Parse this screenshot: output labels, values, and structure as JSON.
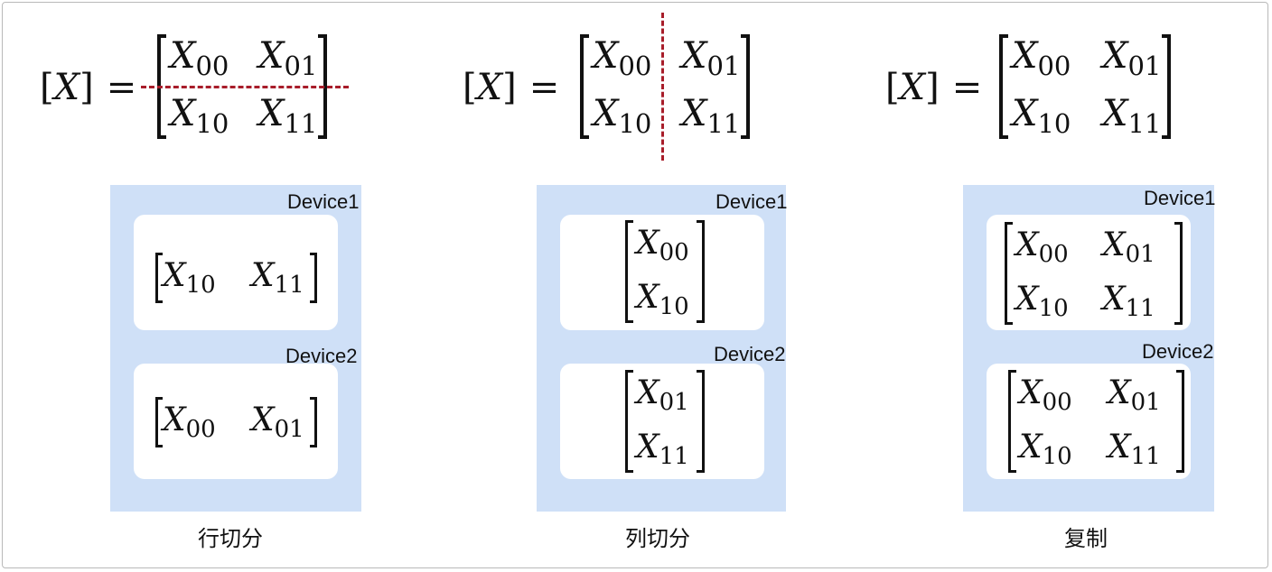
{
  "matrix": {
    "lhs": "X",
    "lbracket": "[",
    "rbracket": "]",
    "equals": "=",
    "symbol": "X",
    "sub_00": "00",
    "sub_01": "01",
    "sub_10": "10",
    "sub_11": "11"
  },
  "devices": {
    "device1": "Device1",
    "device2": "Device2"
  },
  "captions": {
    "row_split": "行切分",
    "col_split": "列切分",
    "replicate": "复制"
  },
  "colors": {
    "device_bg": "#cfe0f7",
    "cut_line": "#a81d2a"
  }
}
